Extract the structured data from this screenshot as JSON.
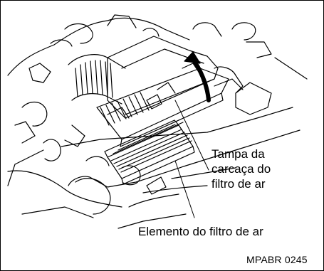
{
  "figure": {
    "callouts": {
      "cover_lines": [
        "Tampa da",
        "carcaça do",
        "filtro de ar"
      ],
      "element": "Elemento do filtro de ar"
    },
    "code": "MPABR 0245"
  }
}
